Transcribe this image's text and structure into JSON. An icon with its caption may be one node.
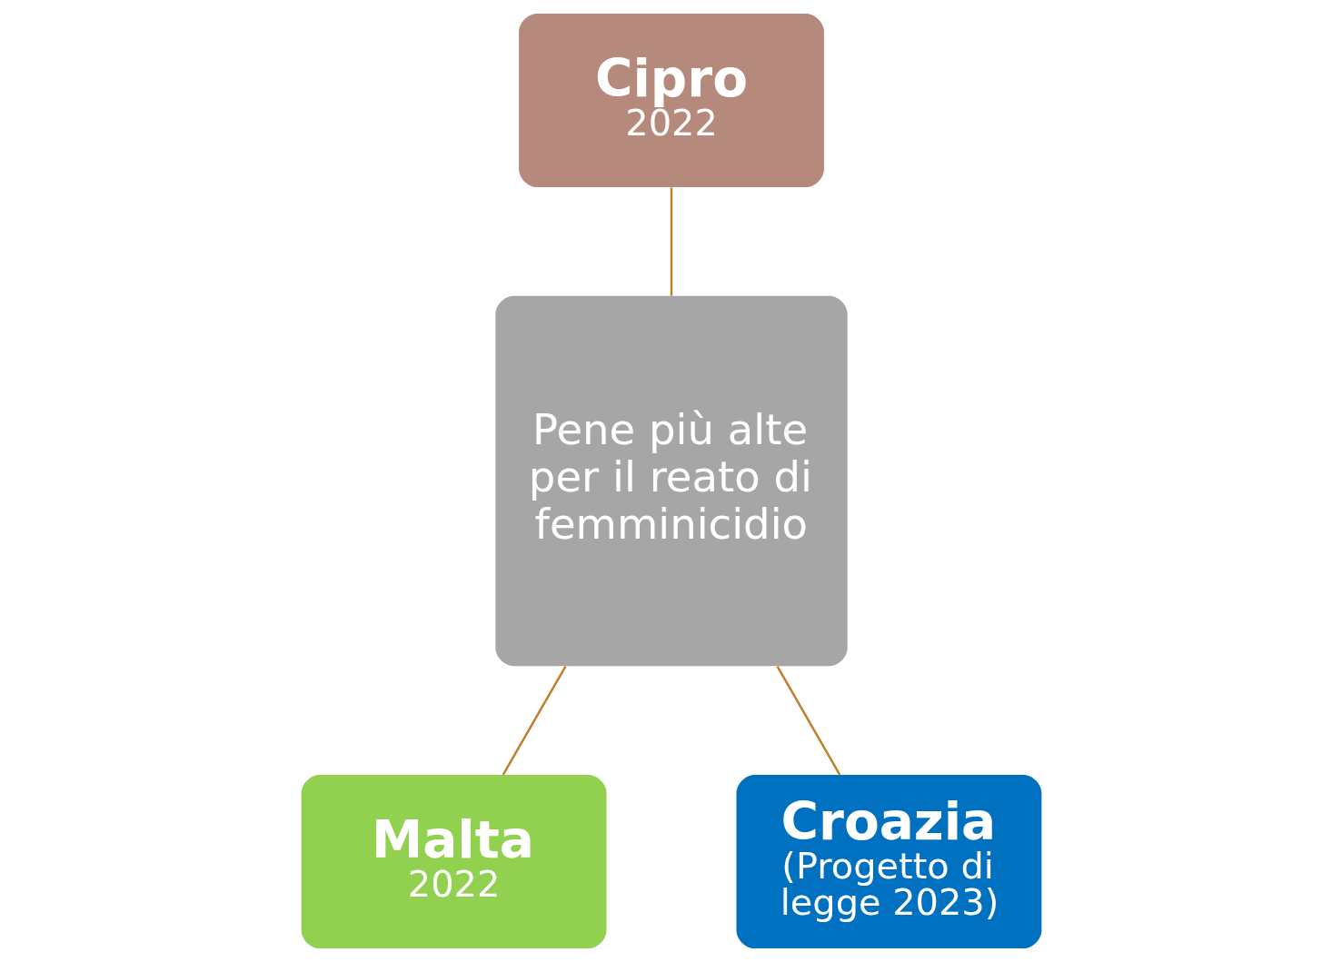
{
  "diagram": {
    "nodes": [
      {
        "text": [
          "Cipro",
          "2022"
        ]
      },
      {
        "text": [
          "Pene più alte per il reato di femminicidio"
        ]
      },
      {
        "text": [
          "Malta",
          "2022"
        ]
      },
      {
        "text": [
          "Croazia",
          "(Progetto di legge 2023)"
        ]
      }
    ],
    "edges": [
      {
        "from": 0,
        "to": 1,
        "arrow": "none"
      },
      {
        "from": 1,
        "to": 2,
        "arrow": "none"
      },
      {
        "from": 1,
        "to": 3,
        "arrow": "none"
      }
    ]
  }
}
